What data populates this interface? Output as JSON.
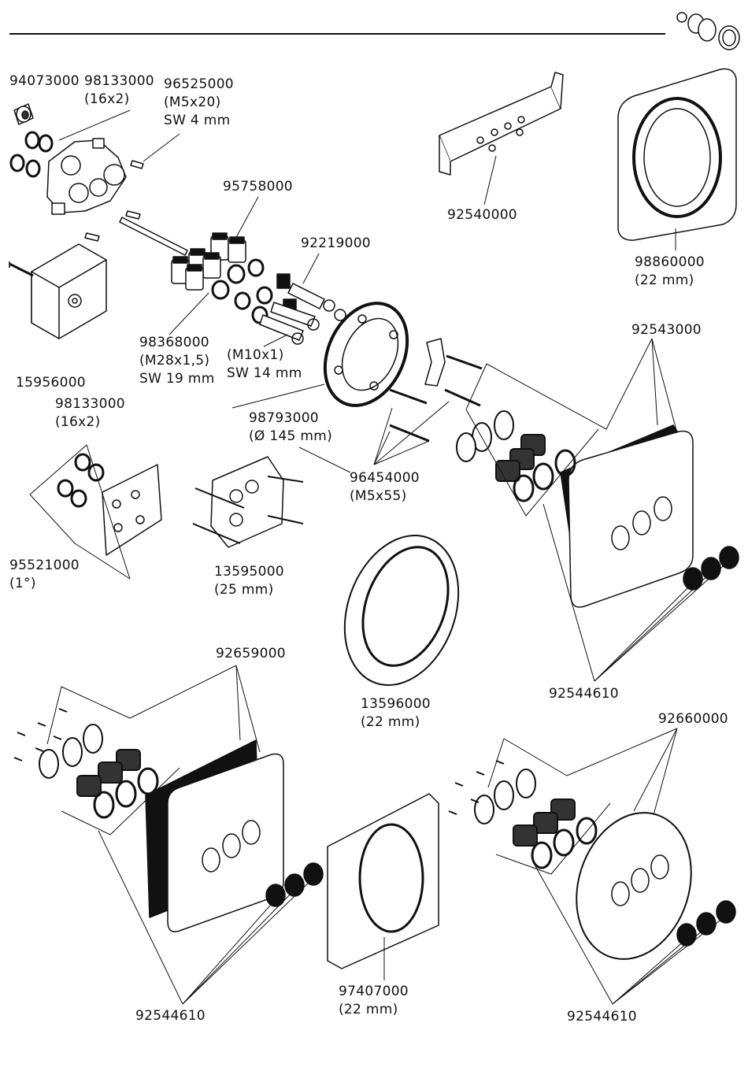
{
  "labels": {
    "p94073000": [
      "94073000"
    ],
    "p98133000a": [
      "98133000",
      "(16x2)"
    ],
    "p96525000": [
      "96525000",
      "(M5x20)",
      "SW 4 mm"
    ],
    "p95758000": [
      "95758000"
    ],
    "p92540000": [
      "92540000"
    ],
    "p98860000": [
      "98860000",
      "(22 mm)"
    ],
    "p92219000": [
      "92219000"
    ],
    "p98368000": [
      "98368000",
      "(M28x1,5)",
      "SW 19 mm"
    ],
    "pM10x1": [
      "(M10x1)",
      "SW 14 mm"
    ],
    "p15956000": [
      "15956000"
    ],
    "p92543000": [
      "92543000"
    ],
    "p98133000b": [
      "98133000",
      "(16x2)"
    ],
    "p98793000": [
      "98793000",
      "(Ø 145 mm)"
    ],
    "p96454000": [
      "96454000",
      "(M5x55)"
    ],
    "p95521000": [
      "95521000",
      "(1°)"
    ],
    "p13595000": [
      "13595000",
      "(25 mm)"
    ],
    "p92659000": [
      "92659000"
    ],
    "p13596000": [
      "13596000",
      "(22 mm)"
    ],
    "p92544610a": [
      "92544610"
    ],
    "p92660000": [
      "92660000"
    ],
    "p97407000": [
      "97407000",
      "(22 mm)"
    ],
    "p92544610b": [
      "92544610"
    ],
    "p92544610c": [
      "92544610"
    ]
  },
  "colors": {
    "line": "#111111",
    "fill": "#ffffff",
    "dark": "#1a1a1a"
  }
}
